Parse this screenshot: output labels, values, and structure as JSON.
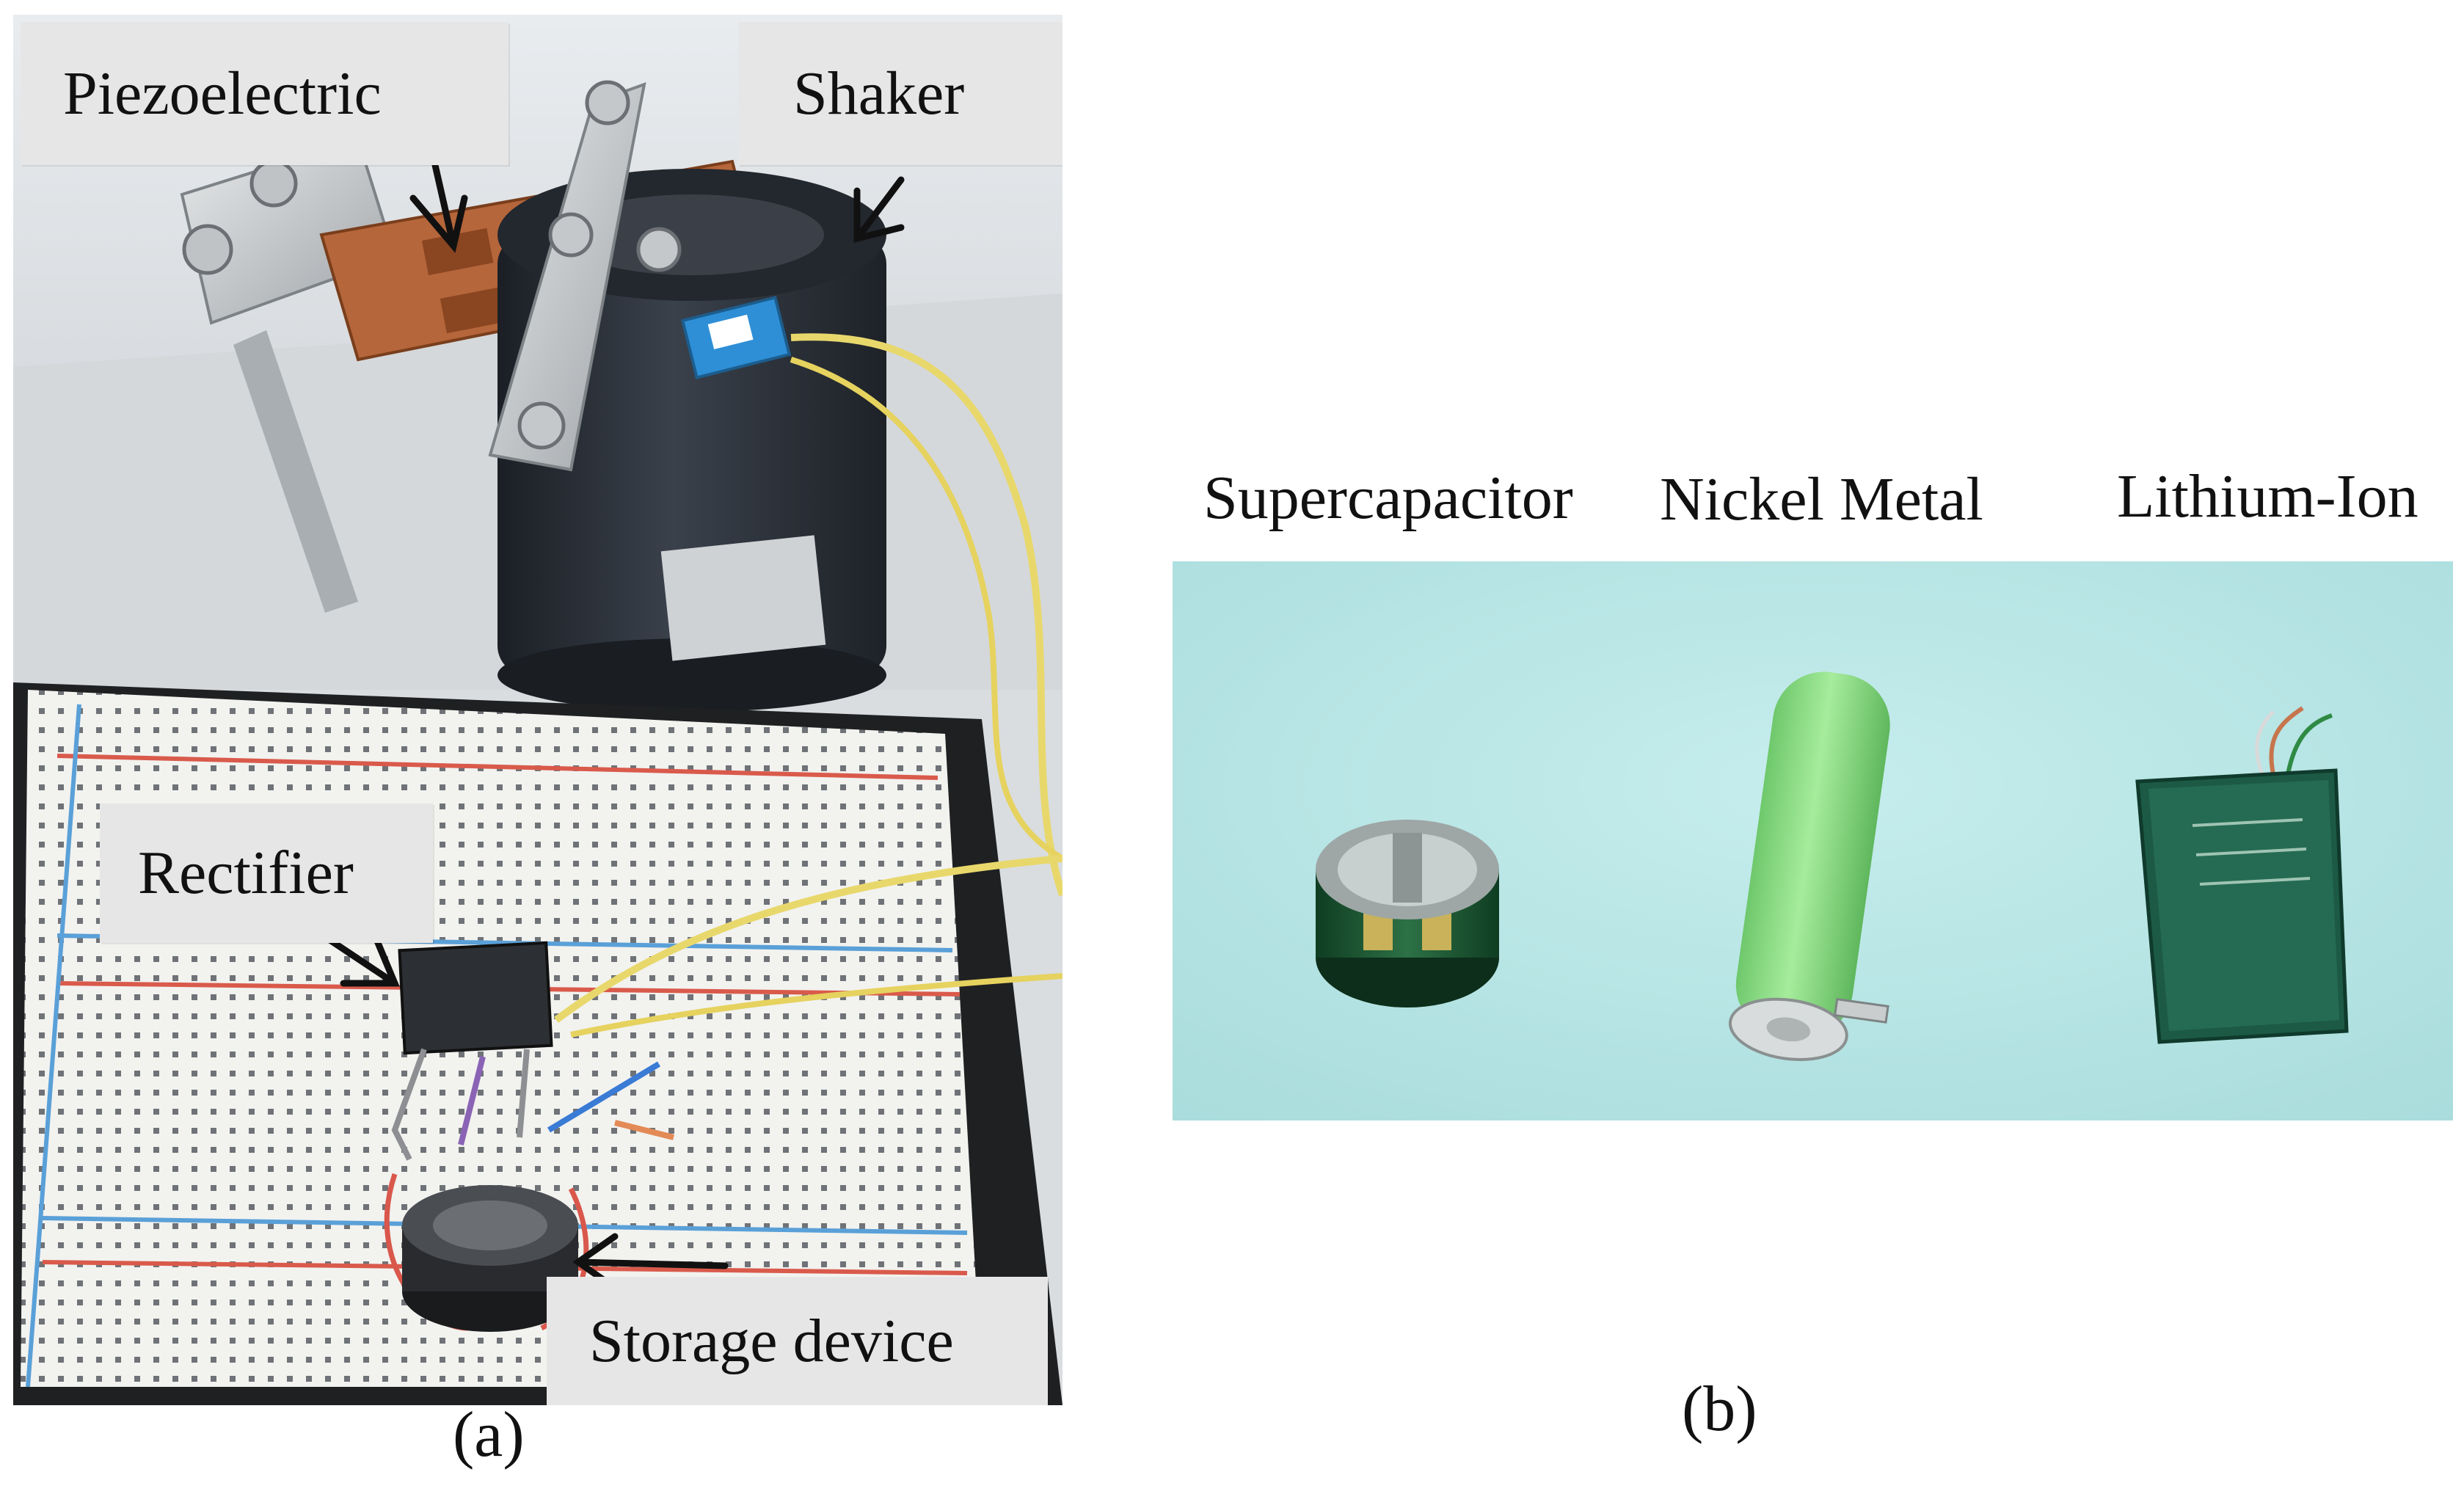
{
  "panel_a": {
    "callouts": {
      "piezoelectric": "Piezoelectric",
      "shaker": "Shaker",
      "rectifier": "Rectifier",
      "storage_device": "Storage device"
    },
    "label": "(a)"
  },
  "panel_b": {
    "captions": {
      "supercapacitor": "Supercapacitor",
      "nickel_metal": "Nickel Metal",
      "lithium_ion": "Lithium-Ion"
    },
    "label": "(b)"
  },
  "colors": {
    "callout_bg": "#e6e6e6",
    "photo_b_bg": "#b9e6e6",
    "nimh_green": "#8fdc8a",
    "supercap_green": "#1f5a36",
    "shaker_body": "#2b3038",
    "copper": "#b5663a"
  }
}
